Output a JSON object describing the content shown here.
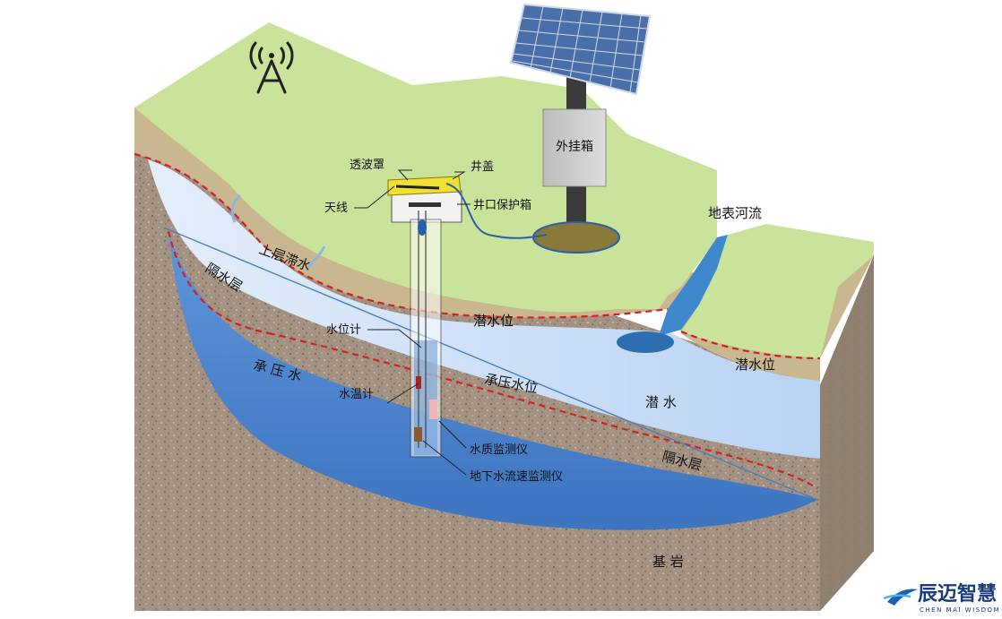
{
  "labels": {
    "radome": "透波罩",
    "well_cover": "井盖",
    "antenna": "天线",
    "wellhead_box": "井口保护箱",
    "external_box": "外挂箱",
    "surface_river": "地表河流",
    "upper_perched_water": "上层滞水",
    "aquitard_left": "隔水层",
    "water_level_meter": "水位计",
    "phreatic_level_center": "潜水位",
    "phreatic_level_right": "潜水位",
    "confined_water": "承 压 水",
    "water_temp_meter": "水温计",
    "confined_water_level": "承压水位",
    "phreatic_water": "潜 水",
    "water_quality_monitor": "水质监测仪",
    "aquitard_right": "隔水层",
    "groundwater_flow_monitor": "地下水流速监测仪",
    "bedrock": "基 岩"
  },
  "logo": {
    "name": "辰迈智慧",
    "subtitle": "CHEN MAI WISDOM"
  },
  "icons": {
    "tower": "signal-tower-icon",
    "solar": "solar-panel-icon"
  },
  "colors": {
    "grass": "#c9e49a",
    "soil_tan": "#c9b88f",
    "rock": "#a08f7c",
    "phreatic": "#c6dcf5",
    "confined": "#4f86cf",
    "dash_red": "#d42020",
    "logo_blue": "#1a3b7a"
  }
}
